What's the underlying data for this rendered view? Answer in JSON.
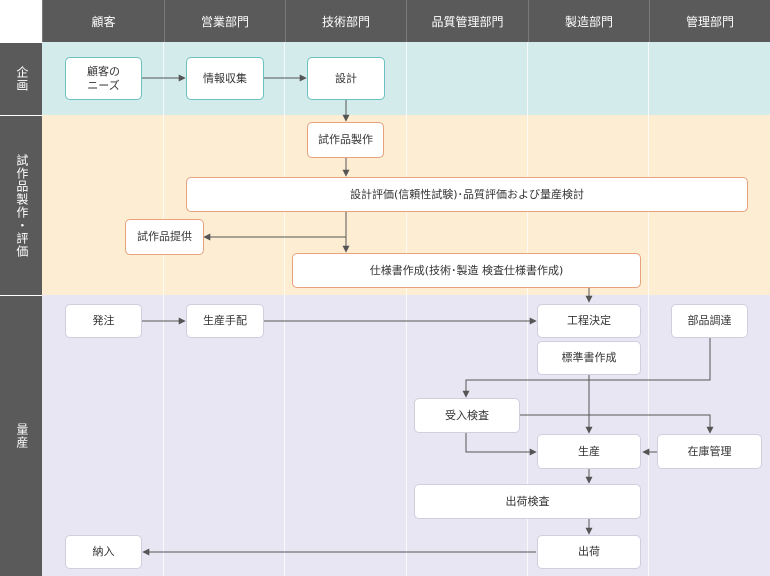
{
  "columns": [
    "顧客",
    "営業部門",
    "技術部門",
    "品質管理部門",
    "製造部門",
    "管理部門"
  ],
  "phases": [
    {
      "label": "企画",
      "color": "#d3ebea"
    },
    {
      "label": "試作品製作・評価",
      "color": "#fdedd2"
    },
    {
      "label": "量産",
      "color": "#e9e6f3"
    }
  ],
  "nodes": {
    "customer_needs": "顧客の\nニーズ",
    "info_gathering": "情報収集",
    "design": "設計",
    "prototype_making": "試作品製作",
    "design_evaluation": "設計評価(信頼性試験)･品質評価および量産検討",
    "prototype_delivery": "試作品提供",
    "spec_creation": "仕様書作成(技術･製造 検査仕様書作成)",
    "order": "発注",
    "production_arrangement": "生産手配",
    "process_decision": "工程決定",
    "parts_procurement": "部品調達",
    "standards_creation": "標準書作成",
    "incoming_inspection": "受入検査",
    "production": "生産",
    "inventory_management": "在庫管理",
    "shipping_inspection": "出荷検査",
    "shipment": "出荷",
    "delivery": "納入"
  },
  "colors": {
    "header": "#5a5a5a",
    "line": "#555555"
  }
}
